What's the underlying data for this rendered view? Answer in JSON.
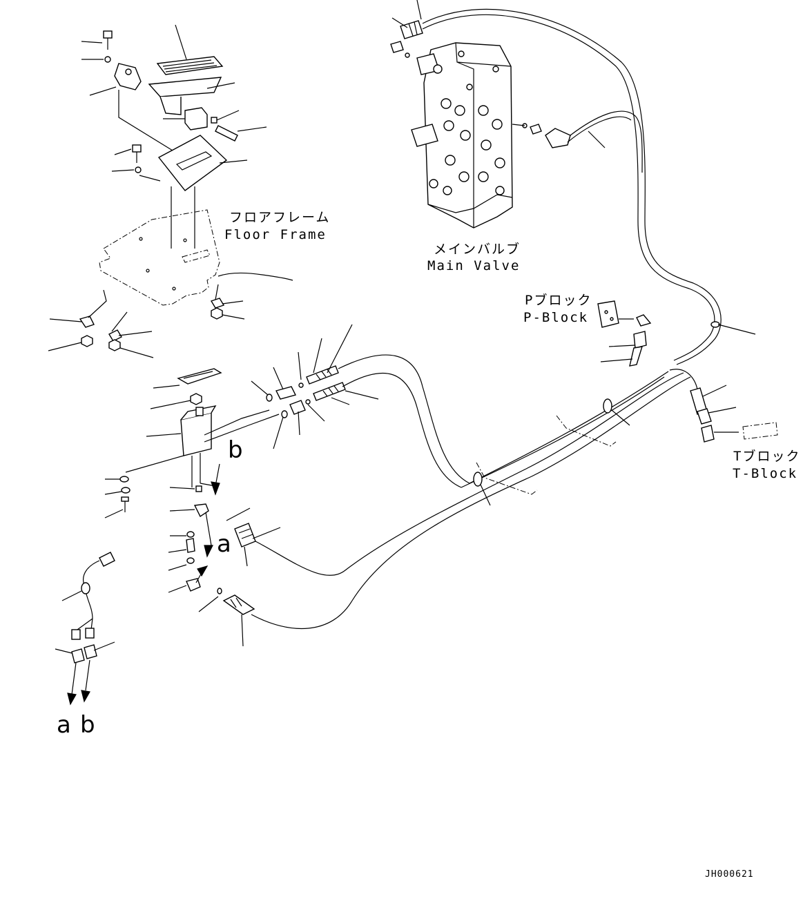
{
  "labels": {
    "floor_frame_jp": "フロアフレーム",
    "floor_frame_en": "Floor Frame",
    "main_valve_jp": "メインバルブ",
    "main_valve_en": "Main Valve",
    "p_block_jp": "Pブロック",
    "p_block_en": "P-Block",
    "t_block_jp": "Tブロック",
    "t_block_en": "T-Block"
  },
  "connection_marks": {
    "a": "a",
    "b": "b",
    "a_bottom": "a",
    "b_bottom": "b"
  },
  "drawing_code": "JH000621"
}
